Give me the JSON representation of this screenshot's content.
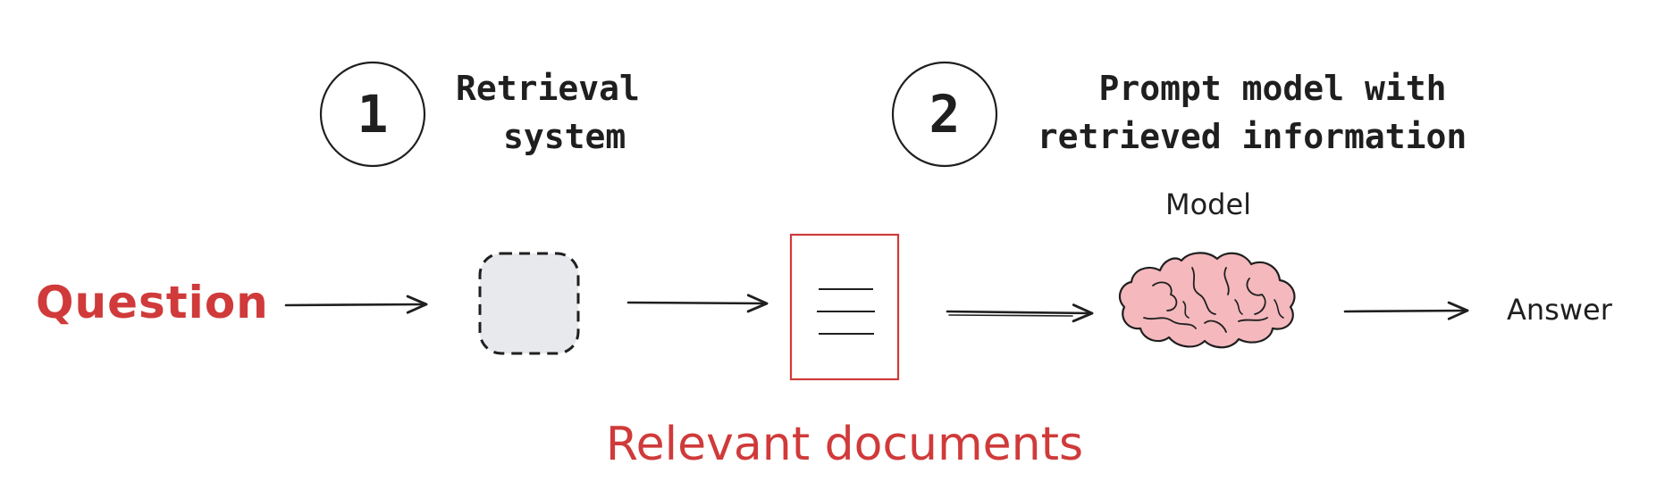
{
  "steps": [
    {
      "number": "1",
      "line1": "Retrieval",
      "line2": "system"
    },
    {
      "number": "2",
      "line1": "Prompt model with",
      "line2": "retrieved information"
    }
  ],
  "labels": {
    "question": "Question",
    "model": "Model",
    "relevant_documents": "Relevant documents",
    "answer": "Answer"
  },
  "colors": {
    "accent_red": "#d03a3a",
    "ink": "#1f1f1f",
    "retrieval_box_fill": "#e8e9ed",
    "brain_fill": "#f4b8bd"
  }
}
